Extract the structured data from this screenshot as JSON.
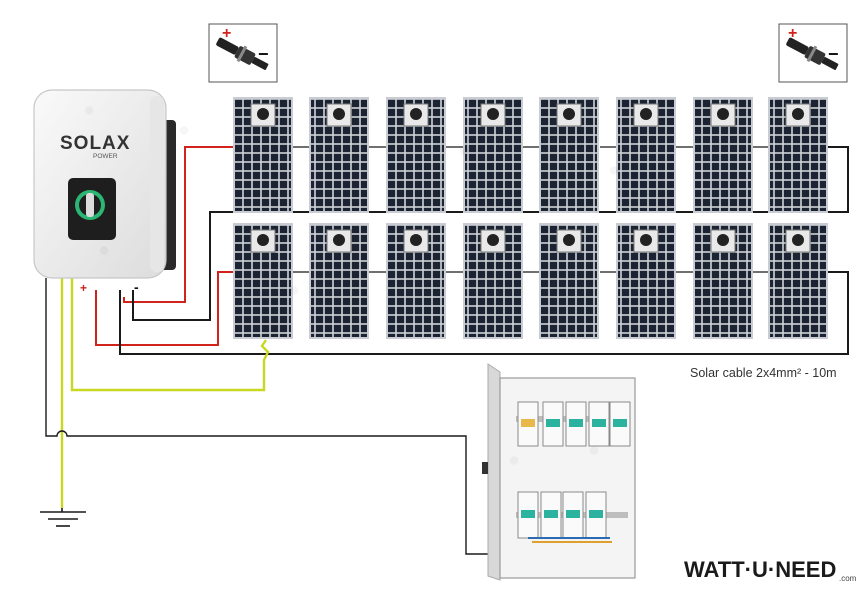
{
  "inverter": {
    "brand": "SOLAX",
    "sub_brand": "POWER",
    "plus_label": "+",
    "minus_label": "-"
  },
  "connector_icons": [
    {
      "plus": "+",
      "minus": "−"
    },
    {
      "plus": "+",
      "minus": "−"
    }
  ],
  "cable_caption": "Solar cable 2x4mm² - 10m",
  "brand_logo": {
    "text": "WATT·U·NEED",
    "suffix": ".com"
  },
  "panel_rows": 2,
  "panels_per_row": 8,
  "colors": {
    "positive_wire": "#d0231b",
    "negative_wire": "#1a1a1a",
    "earth_wire": "#c8d820",
    "panel_cell": "#1c2433",
    "panel_frame": "#c9cdd3",
    "inverter_body": "#f2f2f2",
    "switch_accent": "#2bb673",
    "breaker_accent": "#2bb3a0"
  }
}
